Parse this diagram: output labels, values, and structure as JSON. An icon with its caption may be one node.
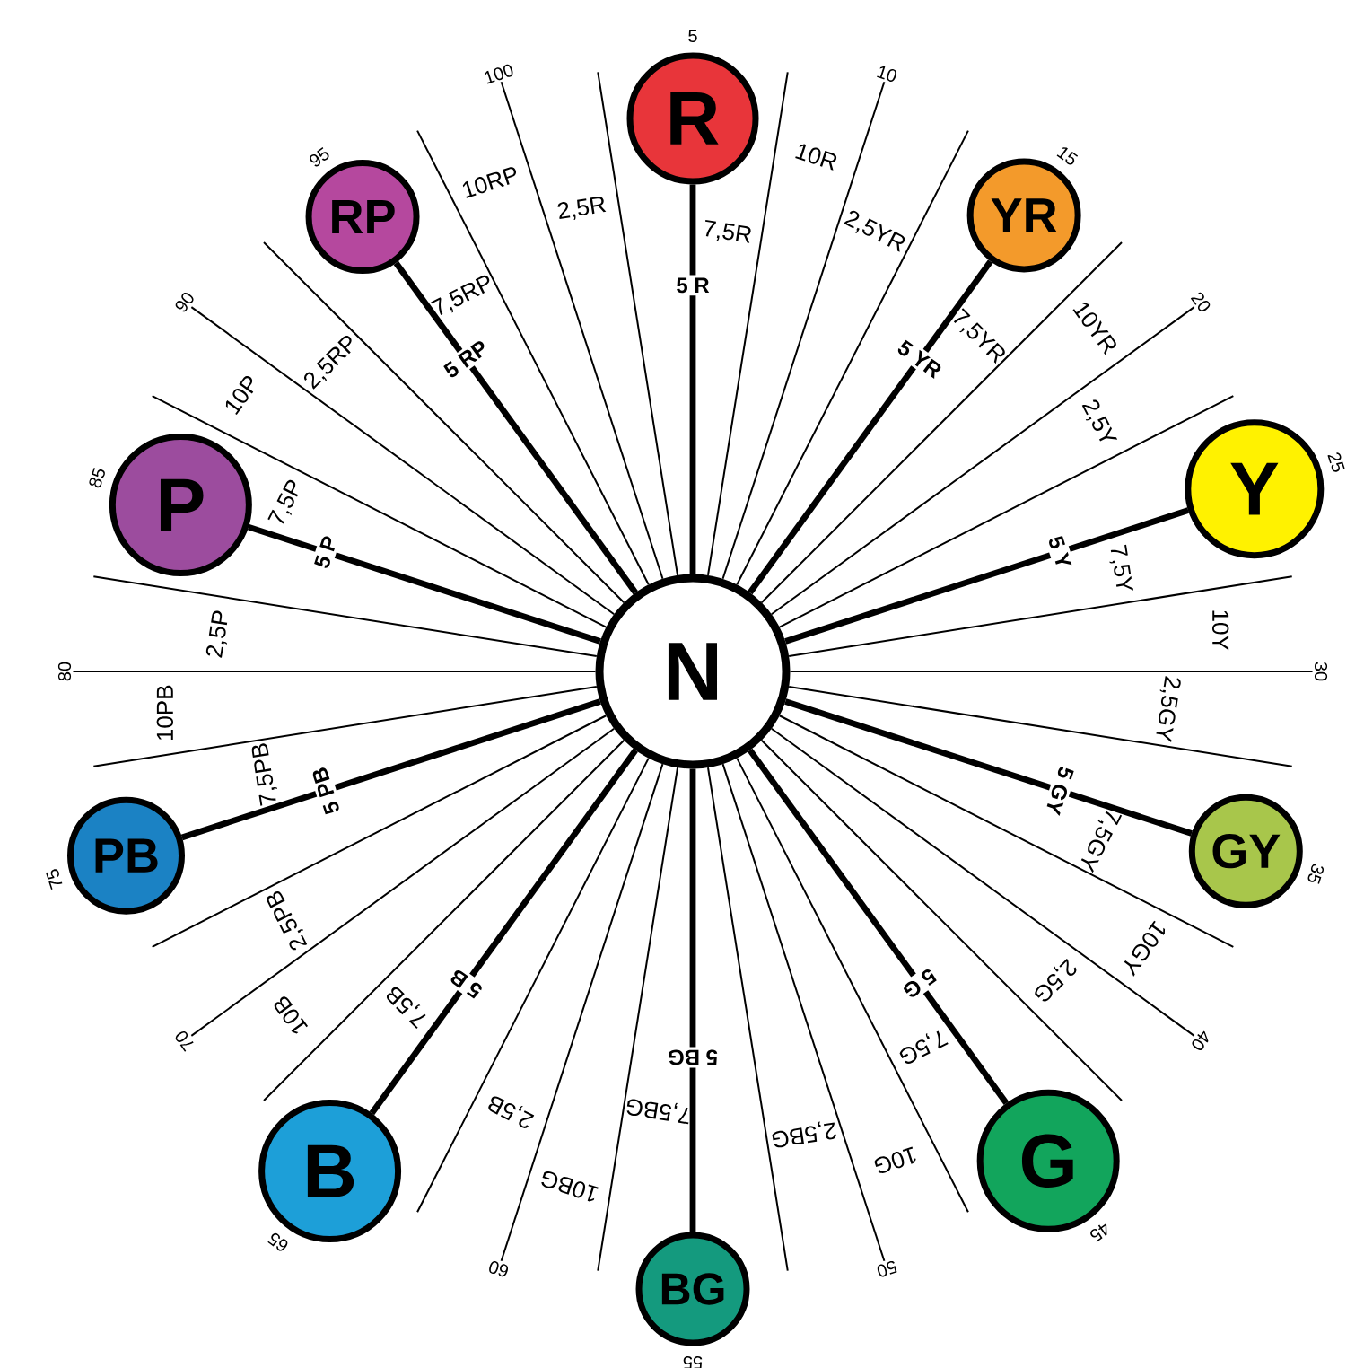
{
  "diagram": {
    "nodes": [
      {
        "text": [
          "N"
        ]
      },
      {
        "text": [
          "R"
        ],
        "beside": [
          "5"
        ]
      },
      {
        "text": [
          "YR"
        ],
        "beside": [
          "15"
        ]
      },
      {
        "text": [
          "Y"
        ],
        "beside": [
          "25"
        ]
      },
      {
        "text": [
          "GY"
        ],
        "beside": [
          "35"
        ]
      },
      {
        "text": [
          "G"
        ],
        "beside": [
          "45"
        ]
      },
      {
        "text": [
          "BG"
        ],
        "beside": [
          "55"
        ]
      },
      {
        "text": [
          "B"
        ],
        "beside": [
          "65"
        ]
      },
      {
        "text": [
          "PB"
        ],
        "beside": [
          "75"
        ]
      },
      {
        "text": [
          "P"
        ],
        "beside": [
          "85"
        ]
      },
      {
        "text": [
          "RP"
        ],
        "beside": [
          "95"
        ]
      },
      {
        "text": [
          "10"
        ]
      },
      {
        "text": [
          "20"
        ]
      },
      {
        "text": [
          "30"
        ]
      },
      {
        "text": [
          "40"
        ]
      },
      {
        "text": [
          "50"
        ]
      },
      {
        "text": [
          "60"
        ]
      },
      {
        "text": [
          "70"
        ]
      },
      {
        "text": [
          "80"
        ]
      },
      {
        "text": [
          "90"
        ]
      },
      {
        "text": [
          "100"
        ]
      }
    ],
    "edges": [
      {
        "from": 0,
        "to": null,
        "arrow": "none",
        "label": "2,5R"
      },
      {
        "from": 0,
        "to": 1,
        "arrow": "none",
        "style": "thick",
        "label": "5 R"
      },
      {
        "from": 0,
        "to": null,
        "arrow": "none",
        "label": "7,5R"
      },
      {
        "from": 0,
        "to": 11,
        "arrow": "none",
        "label": "10R"
      },
      {
        "from": 0,
        "to": null,
        "arrow": "none",
        "label": "2,5YR"
      },
      {
        "from": 0,
        "to": 2,
        "arrow": "none",
        "style": "thick",
        "label": "5 YR"
      },
      {
        "from": 0,
        "to": null,
        "arrow": "none",
        "label": "7,5YR"
      },
      {
        "from": 0,
        "to": 12,
        "arrow": "none",
        "label": "10YR"
      },
      {
        "from": 0,
        "to": null,
        "arrow": "none",
        "label": "2,5Y"
      },
      {
        "from": 0,
        "to": 3,
        "arrow": "none",
        "style": "thick",
        "label": "5 Y"
      },
      {
        "from": 0,
        "to": null,
        "arrow": "none",
        "label": "7,5Y"
      },
      {
        "from": 0,
        "to": 13,
        "arrow": "none",
        "label": "10Y"
      },
      {
        "from": 0,
        "to": null,
        "arrow": "none",
        "label": "2,5GY"
      },
      {
        "from": 0,
        "to": 4,
        "arrow": "none",
        "style": "thick",
        "label": "5 GY"
      },
      {
        "from": 0,
        "to": null,
        "arrow": "none",
        "label": "7,5GY"
      },
      {
        "from": 0,
        "to": 14,
        "arrow": "none",
        "label": "10GY"
      },
      {
        "from": 0,
        "to": null,
        "arrow": "none",
        "label": "2,5G"
      },
      {
        "from": 0,
        "to": 5,
        "arrow": "none",
        "style": "thick",
        "label": "5 G"
      },
      {
        "from": 0,
        "to": null,
        "arrow": "none",
        "label": "7,5G"
      },
      {
        "from": 0,
        "to": 15,
        "arrow": "none",
        "label": "10G"
      },
      {
        "from": 0,
        "to": null,
        "arrow": "none",
        "label": "2,5BG"
      },
      {
        "from": 0,
        "to": 6,
        "arrow": "none",
        "style": "thick",
        "label": "5 BG"
      },
      {
        "from": 0,
        "to": null,
        "arrow": "none",
        "label": "7,5BG"
      },
      {
        "from": 0,
        "to": 16,
        "arrow": "none",
        "label": "10BG"
      },
      {
        "from": 0,
        "to": null,
        "arrow": "none",
        "label": "2,5B"
      },
      {
        "from": 0,
        "to": 7,
        "arrow": "none",
        "style": "thick",
        "label": "5 B"
      },
      {
        "from": 0,
        "to": null,
        "arrow": "none",
        "label": "7,5B"
      },
      {
        "from": 0,
        "to": 17,
        "arrow": "none",
        "label": "10B"
      },
      {
        "from": 0,
        "to": null,
        "arrow": "none",
        "label": "2,5PB"
      },
      {
        "from": 0,
        "to": 8,
        "arrow": "none",
        "style": "thick",
        "label": "5 PB"
      },
      {
        "from": 0,
        "to": null,
        "arrow": "none",
        "label": "7,5PB"
      },
      {
        "from": 0,
        "to": 18,
        "arrow": "none",
        "label": "10PB"
      },
      {
        "from": 0,
        "to": null,
        "arrow": "none",
        "label": "2,5P"
      },
      {
        "from": 0,
        "to": 9,
        "arrow": "none",
        "style": "thick",
        "label": "5 P"
      },
      {
        "from": 0,
        "to": null,
        "arrow": "none",
        "label": "7,5P"
      },
      {
        "from": 0,
        "to": 19,
        "arrow": "none",
        "label": "10P"
      },
      {
        "from": 0,
        "to": null,
        "arrow": "none",
        "label": "2,5RP"
      },
      {
        "from": 0,
        "to": 10,
        "arrow": "none",
        "style": "thick",
        "label": "5 RP"
      },
      {
        "from": 0,
        "to": null,
        "arrow": "none",
        "label": "7,5RP"
      },
      {
        "from": 0,
        "to": 20,
        "arrow": "none",
        "label": "10RP"
      }
    ]
  }
}
